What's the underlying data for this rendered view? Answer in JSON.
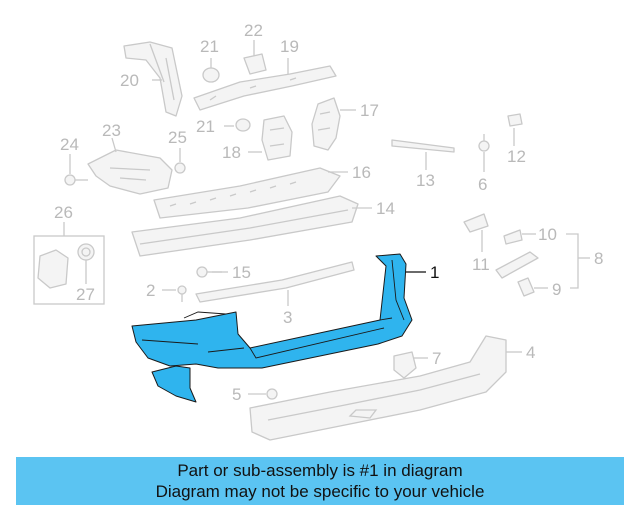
{
  "callouts": {
    "c1": "1",
    "c2": "2",
    "c3": "3",
    "c4": "4",
    "c5": "5",
    "c6": "6",
    "c7": "7",
    "c8": "8",
    "c9": "9",
    "c10": "10",
    "c11": "11",
    "c12": "12",
    "c13": "13",
    "c14": "14",
    "c15": "15",
    "c16": "16",
    "c17": "17",
    "c18": "18",
    "c19": "19",
    "c20": "20",
    "c21a": "21",
    "c21b": "21",
    "c22": "22",
    "c23": "23",
    "c24": "24",
    "c25": "25",
    "c26": "26",
    "c27": "27"
  },
  "highlight_part": "1",
  "colors": {
    "highlight": "#2fb4ee",
    "footer": "#5bc4f2",
    "outline": "#c9c9c9",
    "callout_text": "#b9b9b9"
  },
  "footer": {
    "line1": "Part or sub-assembly is #1 in diagram",
    "line2": "Diagram may not be specific to your vehicle"
  }
}
